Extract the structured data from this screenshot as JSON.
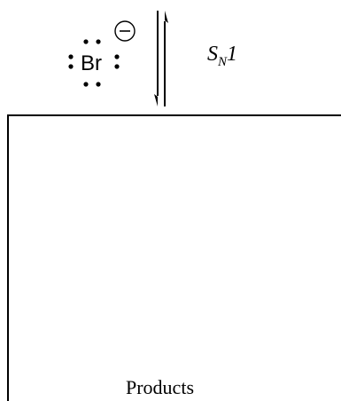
{
  "reactant": {
    "symbol": "Br",
    "charge": "−",
    "lone_pairs": 4
  },
  "mechanism": {
    "letter": "S",
    "subscript": "N",
    "order": "1"
  },
  "products_box": {
    "caption": "Products"
  }
}
